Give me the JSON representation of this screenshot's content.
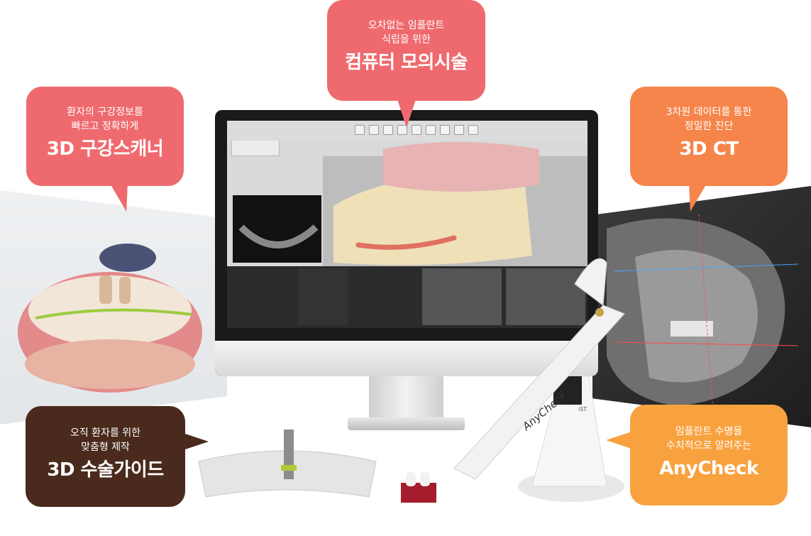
{
  "bubbles": {
    "top": {
      "line1": "오차없는 임플란트",
      "line2": "식립을 위한",
      "big": "컴퓨터 모의시술",
      "color": "#ef6a6e"
    },
    "left_top": {
      "line1": "환자의 구강정보를",
      "line2": "빠르고 정확하게",
      "big": "3D 구강스캐너",
      "color": "#ef6a6e"
    },
    "right_top": {
      "line1": "3차원 데이터를 통한",
      "line2": "정밀한 진단",
      "big": "3D CT",
      "color": "#f5854a"
    },
    "left_bottom": {
      "line1": "오직 환자를 위한",
      "line2": "맞춤형 제작",
      "big": "3D 수술가이드",
      "color": "#4a2a1c"
    },
    "right_bottom": {
      "line1": "임플란트 수명을",
      "line2": "수치적으로 알려주는",
      "big": "AnyCheck",
      "color": "#f8a23f"
    }
  },
  "software": {
    "panel_title": "Implant planning"
  },
  "device": {
    "brand": "AnyCheck",
    "sub": "iST"
  }
}
